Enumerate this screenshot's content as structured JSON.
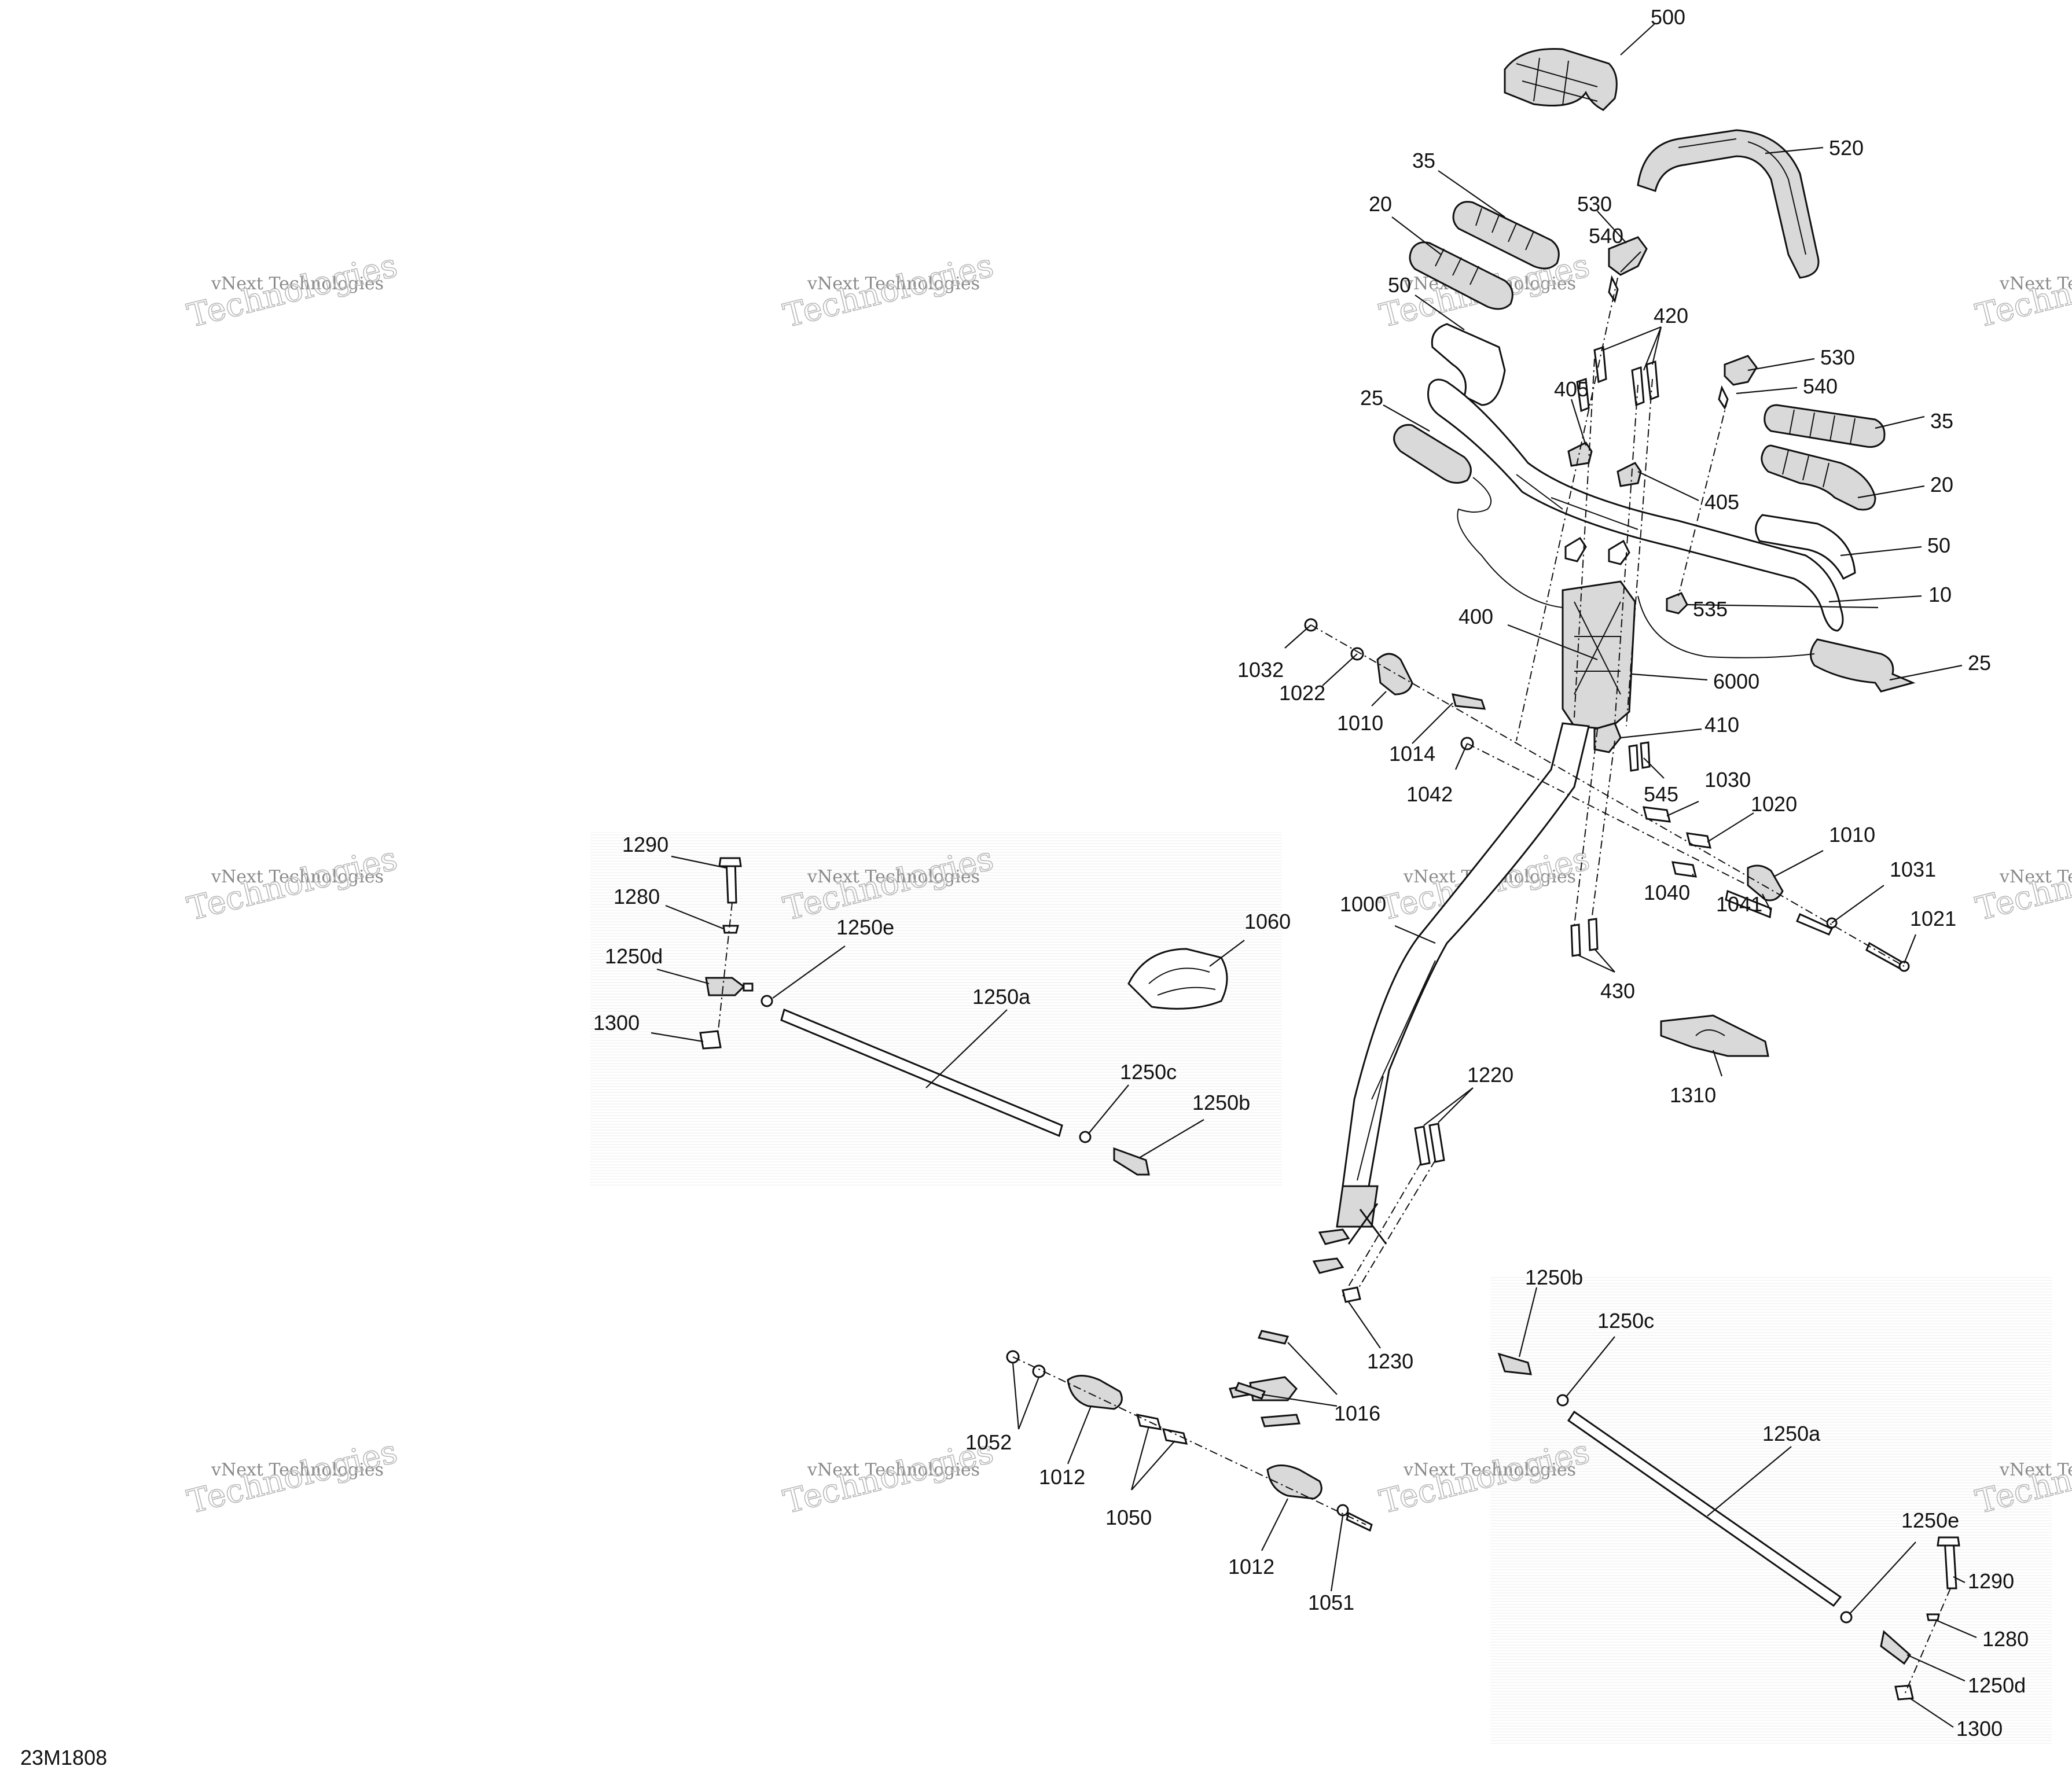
{
  "diagram_code": "23M1808",
  "watermark": {
    "line1": "vNext Technologies",
    "line2": "Technologies"
  },
  "callouts": [
    {
      "id": "c500",
      "text": "500"
    },
    {
      "id": "c520",
      "text": "520"
    },
    {
      "id": "c35a",
      "text": "35"
    },
    {
      "id": "c530a",
      "text": "530"
    },
    {
      "id": "c20a",
      "text": "20"
    },
    {
      "id": "c540a",
      "text": "540"
    },
    {
      "id": "c50a",
      "text": "50"
    },
    {
      "id": "c420",
      "text": "420"
    },
    {
      "id": "c530b",
      "text": "530"
    },
    {
      "id": "c25a",
      "text": "25"
    },
    {
      "id": "c405a",
      "text": "405"
    },
    {
      "id": "c540b",
      "text": "540"
    },
    {
      "id": "c35b",
      "text": "35"
    },
    {
      "id": "c20b",
      "text": "20"
    },
    {
      "id": "c405b",
      "text": "405"
    },
    {
      "id": "c50b",
      "text": "50"
    },
    {
      "id": "c10",
      "text": "10"
    },
    {
      "id": "c535",
      "text": "535"
    },
    {
      "id": "c400",
      "text": "400"
    },
    {
      "id": "c25b",
      "text": "25"
    },
    {
      "id": "c1032",
      "text": "1032"
    },
    {
      "id": "c6000",
      "text": "6000"
    },
    {
      "id": "c1022",
      "text": "1022"
    },
    {
      "id": "c1010a",
      "text": "1010"
    },
    {
      "id": "c410",
      "text": "410"
    },
    {
      "id": "c1014",
      "text": "1014"
    },
    {
      "id": "c1042",
      "text": "1042"
    },
    {
      "id": "c545",
      "text": "545"
    },
    {
      "id": "c1030",
      "text": "1030"
    },
    {
      "id": "c1020",
      "text": "1020"
    },
    {
      "id": "c1010b",
      "text": "1010"
    },
    {
      "id": "c1031",
      "text": "1031"
    },
    {
      "id": "c1040",
      "text": "1040"
    },
    {
      "id": "c1021",
      "text": "1021"
    },
    {
      "id": "c1041",
      "text": "1041"
    },
    {
      "id": "c1000",
      "text": "1000"
    },
    {
      "id": "c430",
      "text": "430"
    },
    {
      "id": "c1310",
      "text": "1310"
    },
    {
      "id": "c1290a",
      "text": "1290"
    },
    {
      "id": "c1280a",
      "text": "1280"
    },
    {
      "id": "c1250da",
      "text": "1250d"
    },
    {
      "id": "c1250ea",
      "text": "1250e"
    },
    {
      "id": "c1060",
      "text": "1060"
    },
    {
      "id": "c1250aa",
      "text": "1250a"
    },
    {
      "id": "c1300a",
      "text": "1300"
    },
    {
      "id": "c1250ca",
      "text": "1250c"
    },
    {
      "id": "c1250ba",
      "text": "1250b"
    },
    {
      "id": "c1220",
      "text": "1220"
    },
    {
      "id": "c1250bb",
      "text": "1250b"
    },
    {
      "id": "c1250cb",
      "text": "1250c"
    },
    {
      "id": "c1230",
      "text": "1230"
    },
    {
      "id": "c1016",
      "text": "1016"
    },
    {
      "id": "c1250ab",
      "text": "1250a"
    },
    {
      "id": "c1052",
      "text": "1052"
    },
    {
      "id": "c1012a",
      "text": "1012"
    },
    {
      "id": "c1050",
      "text": "1050"
    },
    {
      "id": "c1012b",
      "text": "1012"
    },
    {
      "id": "c1051",
      "text": "1051"
    },
    {
      "id": "c1250eb",
      "text": "1250e"
    },
    {
      "id": "c1290b",
      "text": "1290"
    },
    {
      "id": "c1280b",
      "text": "1280"
    },
    {
      "id": "c1250db",
      "text": "1250d"
    },
    {
      "id": "c1300b",
      "text": "1300"
    }
  ]
}
